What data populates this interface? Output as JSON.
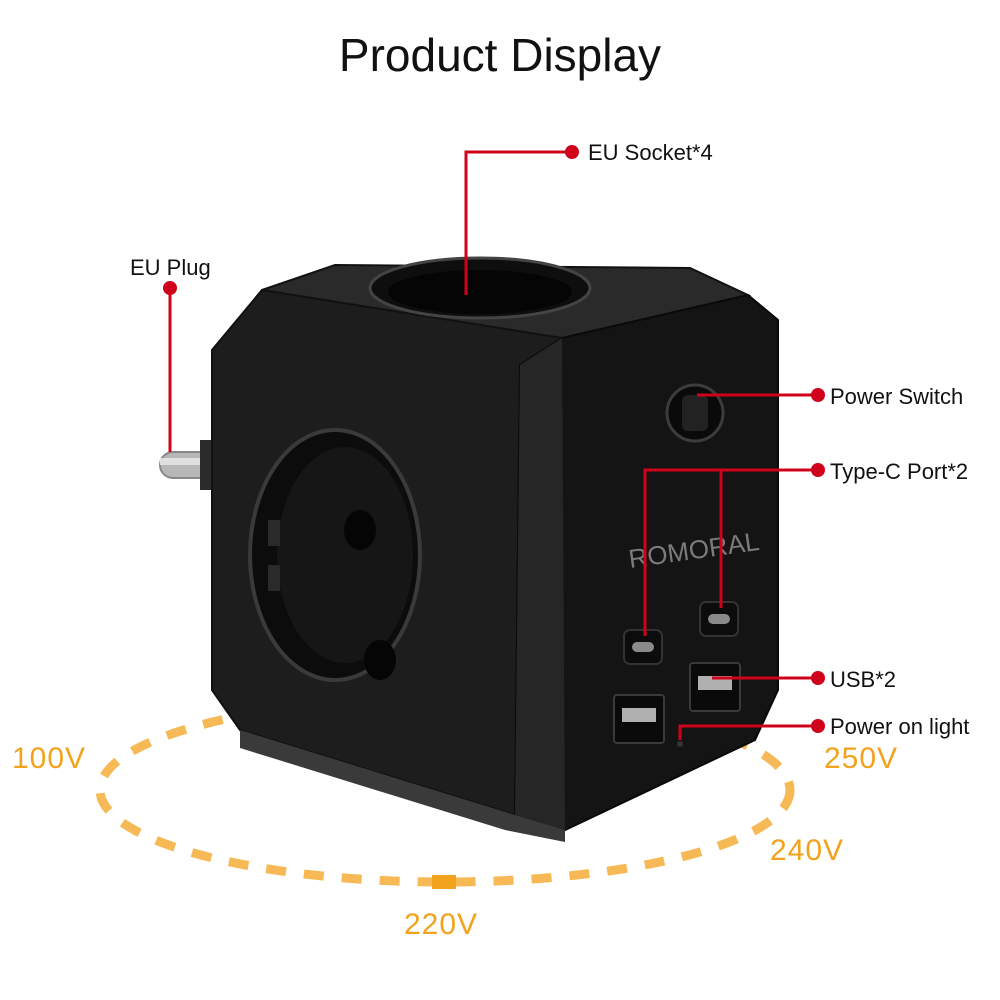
{
  "page": {
    "title": "Product Display"
  },
  "brand": {
    "logo_text": "ROMORAL"
  },
  "callouts": {
    "eu_socket": "EU Socket*4",
    "eu_plug": "EU Plug",
    "power_switch": "Power Switch",
    "type_c": "Type-C Port*2",
    "usb": "USB*2",
    "power_light": "Power on light"
  },
  "voltages": {
    "left": "100V",
    "right_top": "250V",
    "right_bottom": "240V",
    "bottom": "220V"
  },
  "colors": {
    "callout_red": "#d0021b",
    "voltage_orange": "#f2a21c",
    "product_black": "#1a1a1a"
  }
}
